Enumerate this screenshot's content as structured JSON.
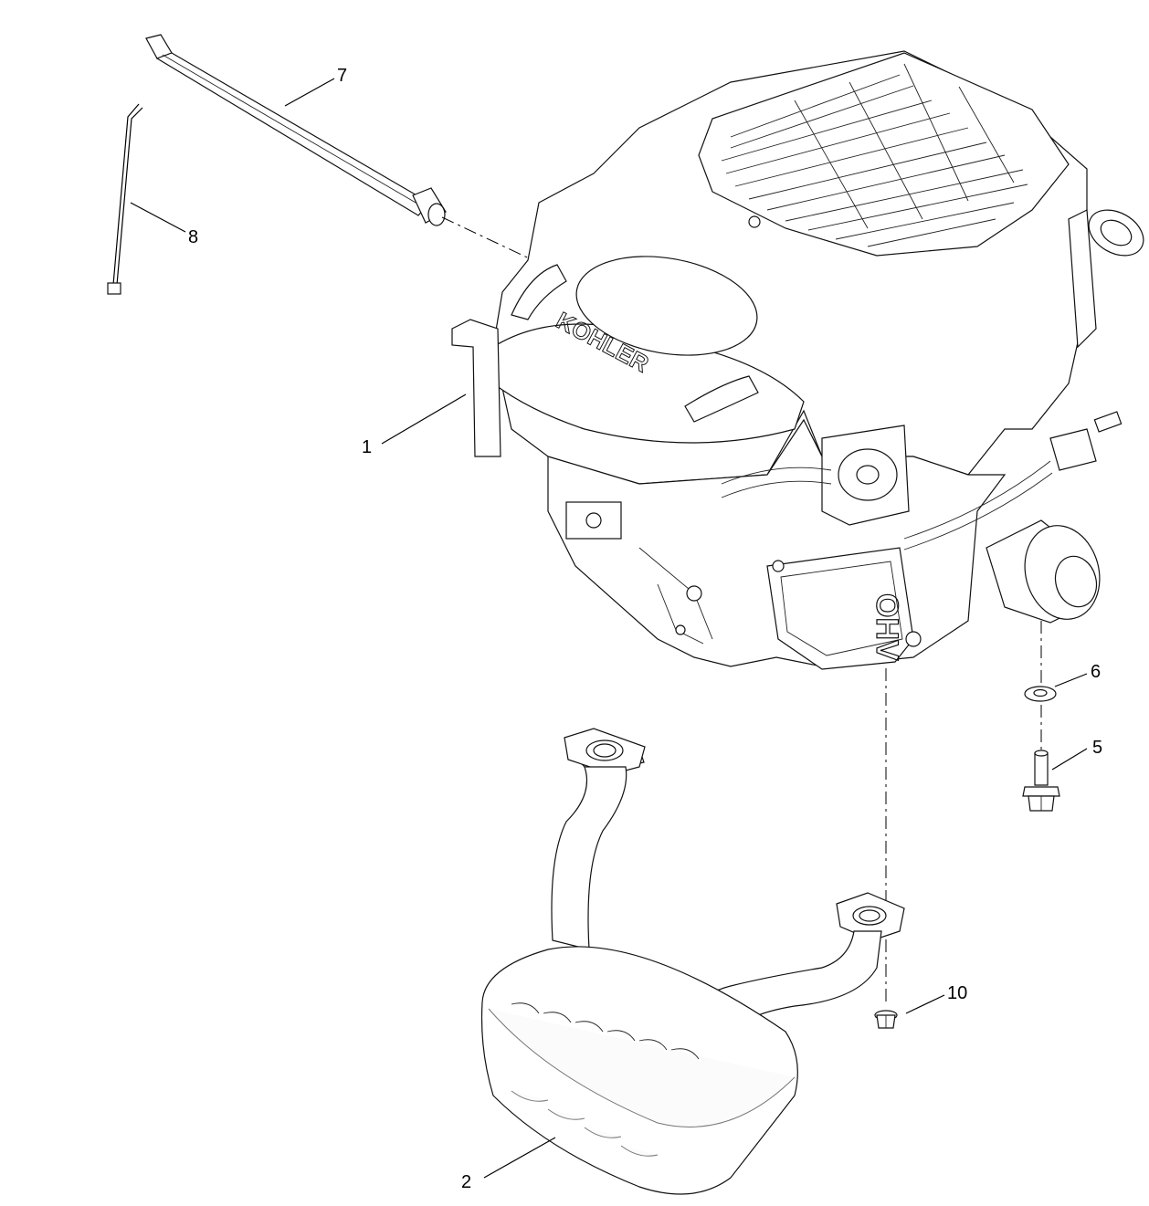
{
  "callouts": [
    {
      "id": "c1",
      "label": "1"
    },
    {
      "id": "c2",
      "label": "2"
    },
    {
      "id": "c5",
      "label": "5"
    },
    {
      "id": "c6",
      "label": "6"
    },
    {
      "id": "c7",
      "label": "7"
    },
    {
      "id": "c8",
      "label": "8"
    },
    {
      "id": "c10",
      "label": "10"
    }
  ],
  "engine": {
    "brand_logo": "KOHLER",
    "valve_cover_mark": "OHV"
  },
  "parts": [
    {
      "id": "engine",
      "icon": "engine-icon"
    },
    {
      "id": "muffler",
      "icon": "muffler-icon"
    },
    {
      "id": "bolt",
      "icon": "flange-bolt-icon"
    },
    {
      "id": "washer",
      "icon": "washer-icon"
    },
    {
      "id": "dipstick-tube",
      "icon": "tube-icon"
    },
    {
      "id": "cable-tie",
      "icon": "cable-tie-icon"
    },
    {
      "id": "nut",
      "icon": "flange-nut-icon"
    }
  ]
}
